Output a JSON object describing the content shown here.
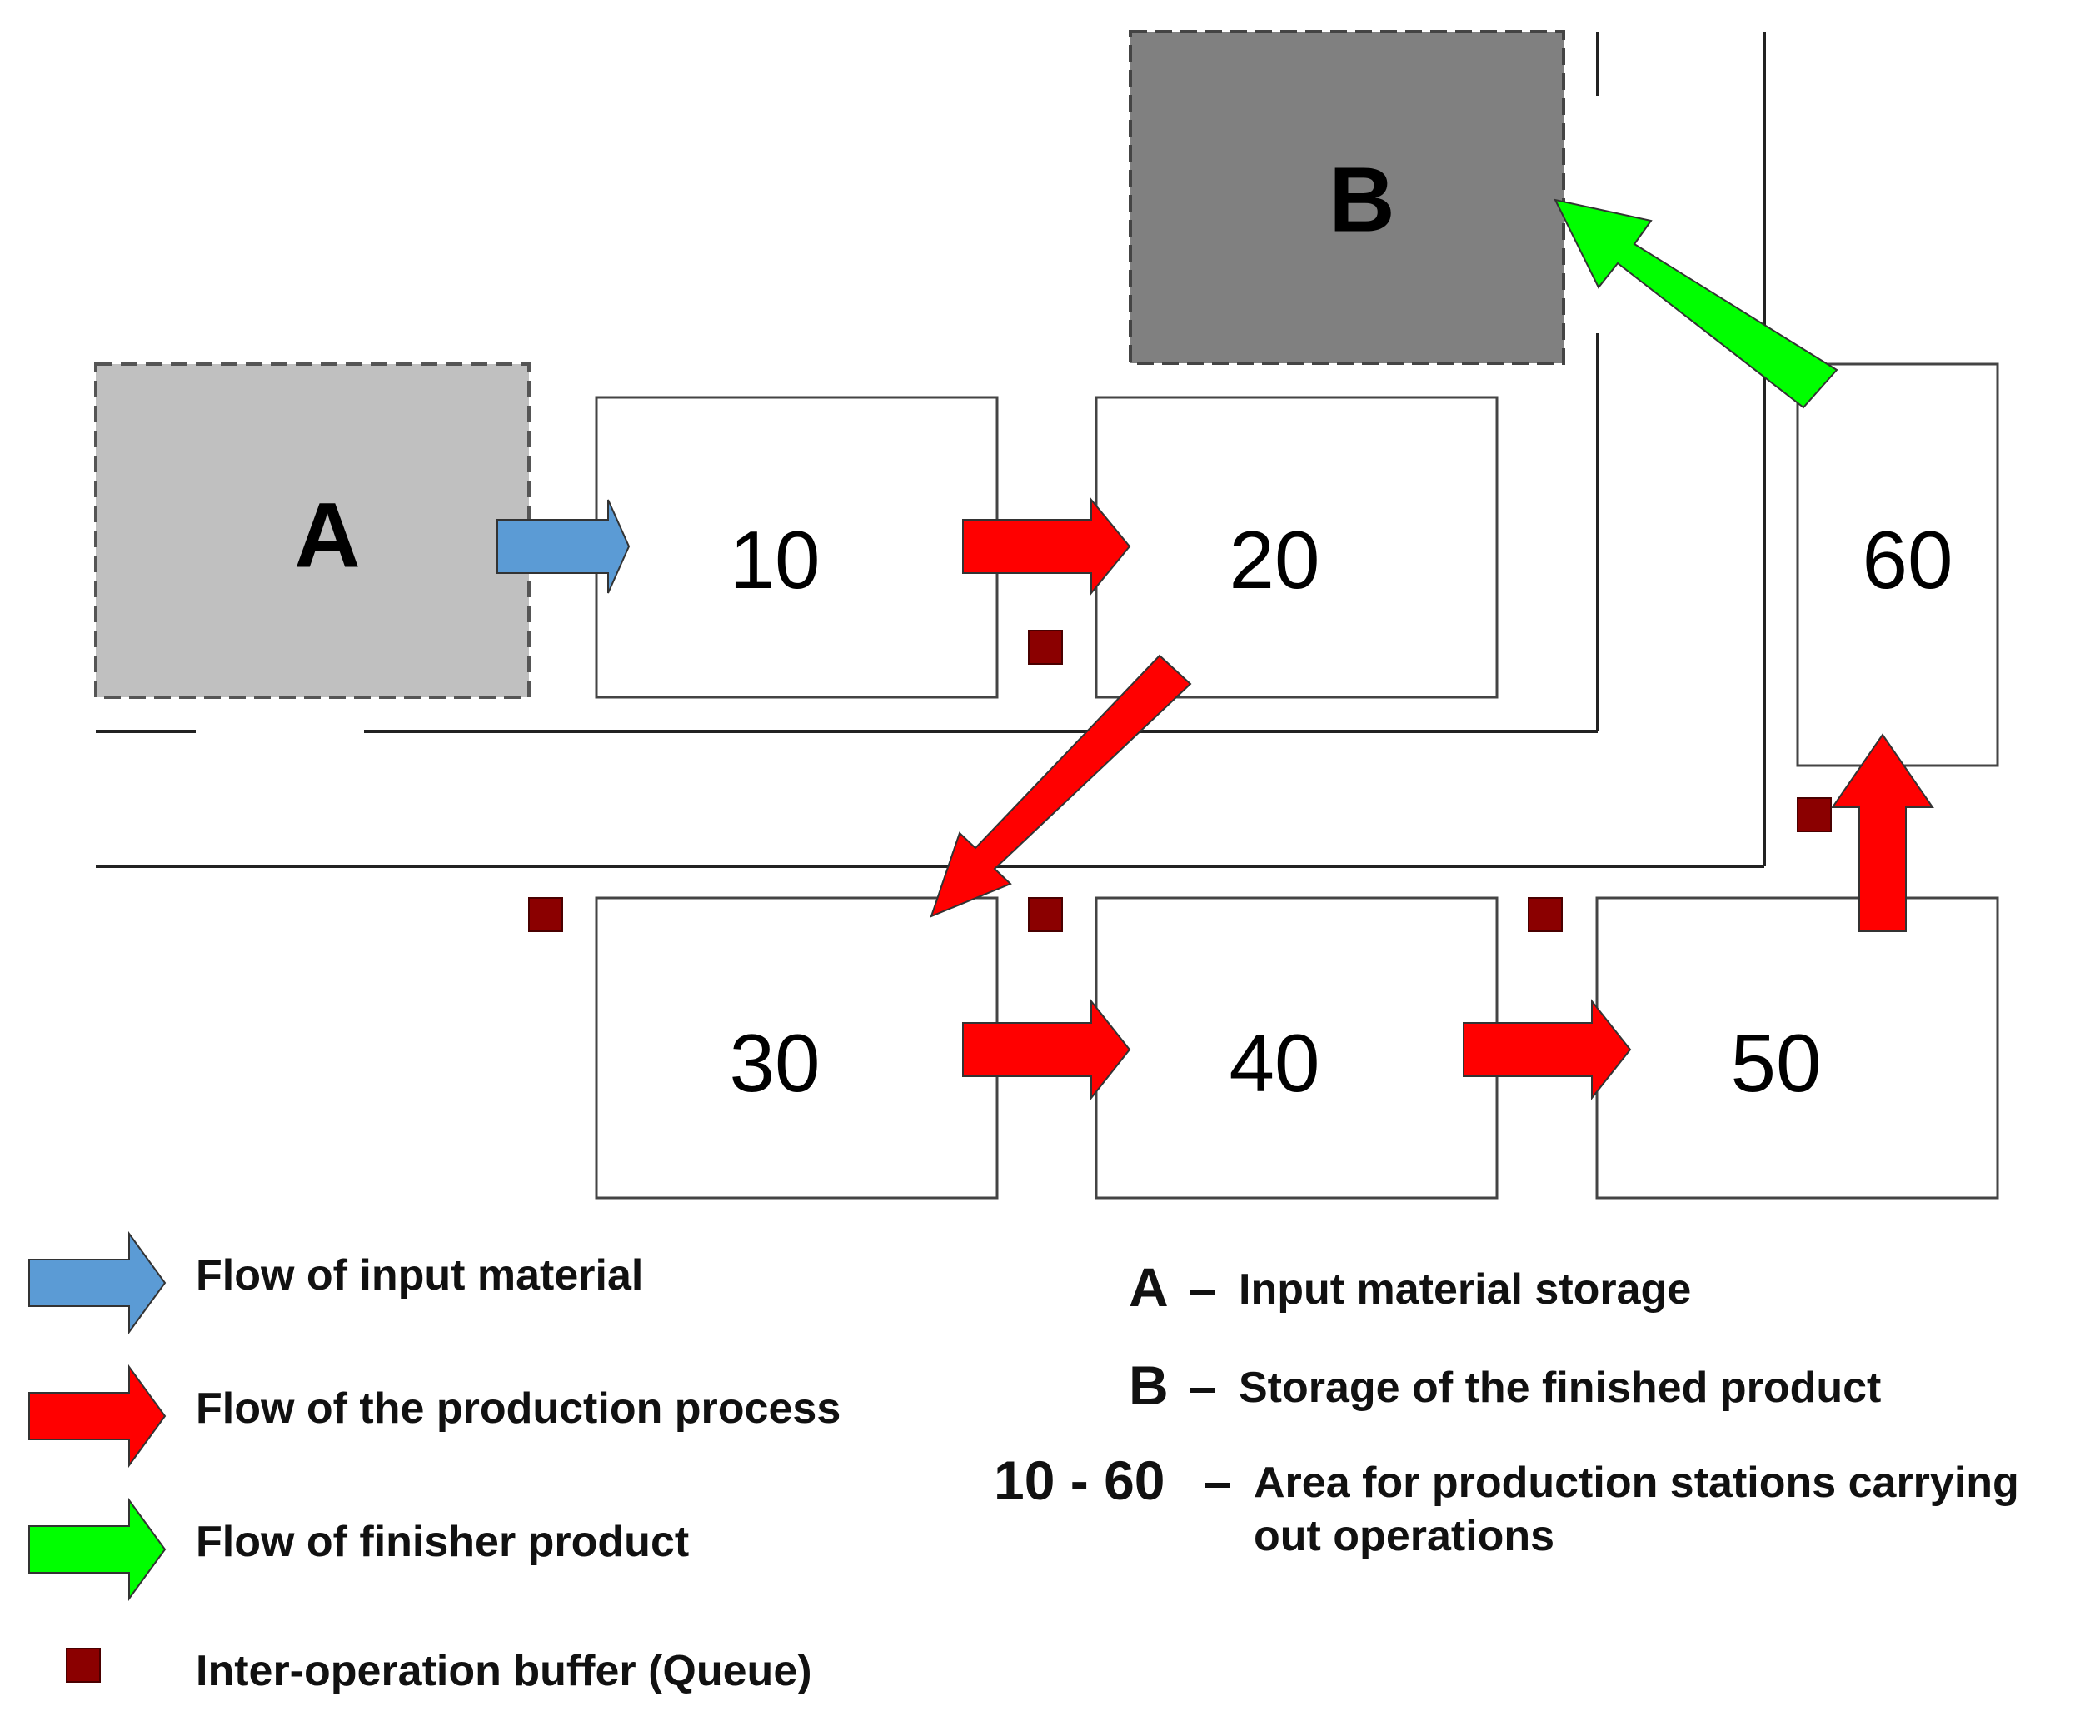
{
  "colors": {
    "input_flow": "#5b9bd5",
    "process_flow": "#ff0000",
    "finished_flow": "#00ff00",
    "buffer": "#8b0000",
    "storage_a": "#c0c0c0",
    "storage_b": "#808080",
    "station_fill": "#ffffff",
    "outline": "#444444"
  },
  "storages": {
    "a": "A",
    "b": "B"
  },
  "stations": {
    "s10": "10",
    "s20": "20",
    "s30": "30",
    "s40": "40",
    "s50": "50",
    "s60": "60"
  },
  "legend": {
    "input_flow": "Flow of input material",
    "process_flow": "Flow of the production process",
    "finished_flow": "Flow of finisher product",
    "buffer": "Inter-operation buffer (Queue)"
  },
  "key": {
    "a_code": "A",
    "a_desc": "Input material storage",
    "b_code": "B",
    "b_desc": "Storage of the finished product",
    "range_code": "10 - 60",
    "range_desc": "Area for production stations carrying out operations",
    "dash": "–"
  }
}
